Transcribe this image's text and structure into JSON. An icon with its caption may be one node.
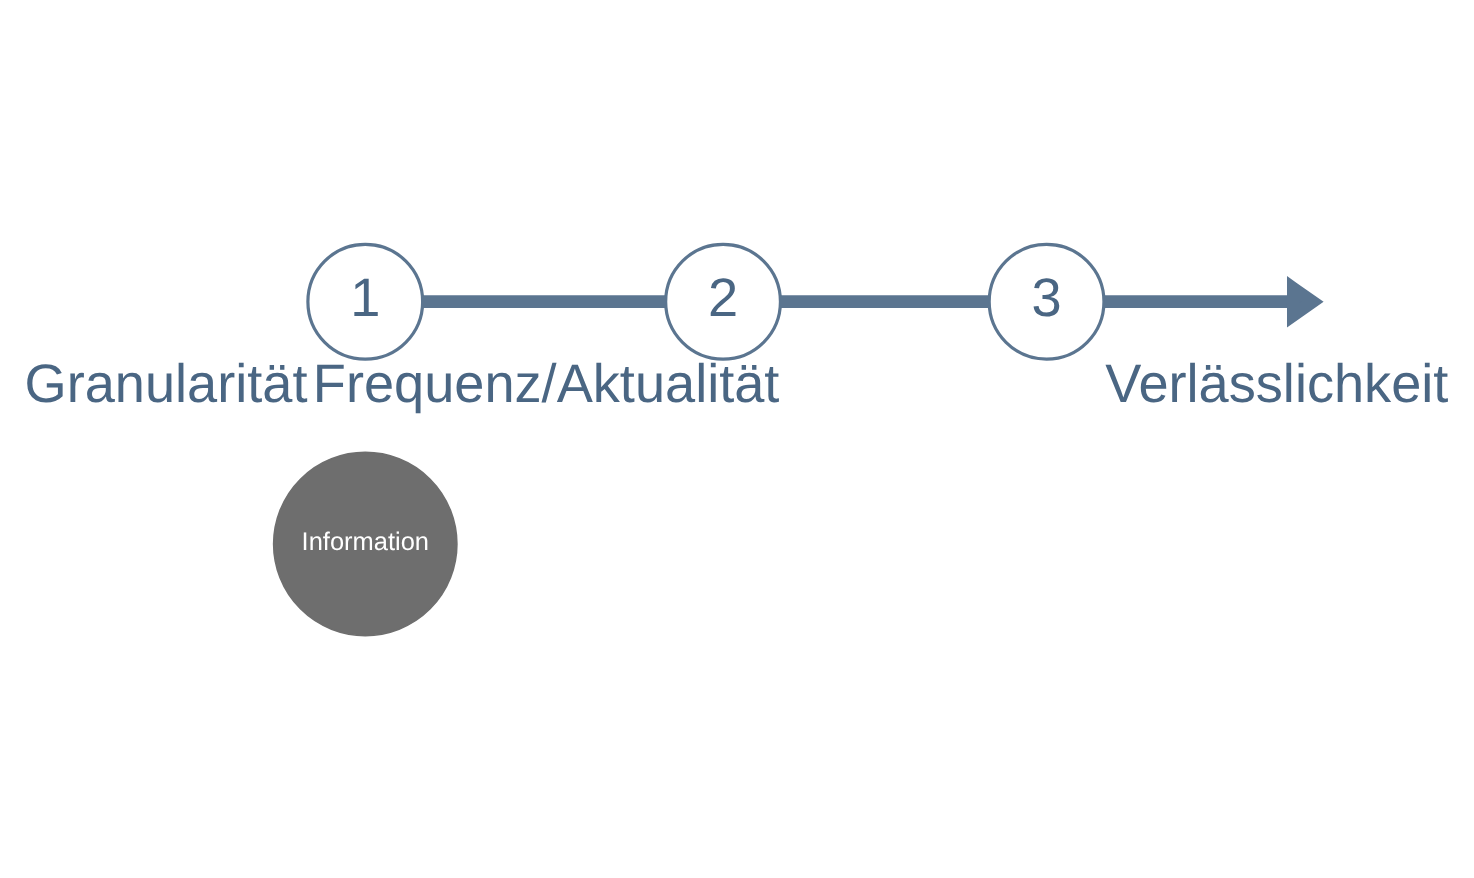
{
  "diagram": {
    "nodes": [
      {
        "text": [
          "Information"
        ]
      },
      {
        "text": [
          "1"
        ],
        "beside": [
          "Granularität"
        ]
      },
      {
        "text": [
          "2"
        ],
        "beside": [
          "Frequenz/Aktualität"
        ]
      },
      {
        "text": [
          "3"
        ],
        "beside": [
          "Verlässlichkeit"
        ]
      }
    ],
    "edges": [
      {
        "from": 1,
        "to": 2,
        "arrow": "none"
      },
      {
        "from": 2,
        "to": 3,
        "arrow": "none"
      },
      {
        "from": 3,
        "to": null,
        "arrow": "to"
      }
    ]
  }
}
